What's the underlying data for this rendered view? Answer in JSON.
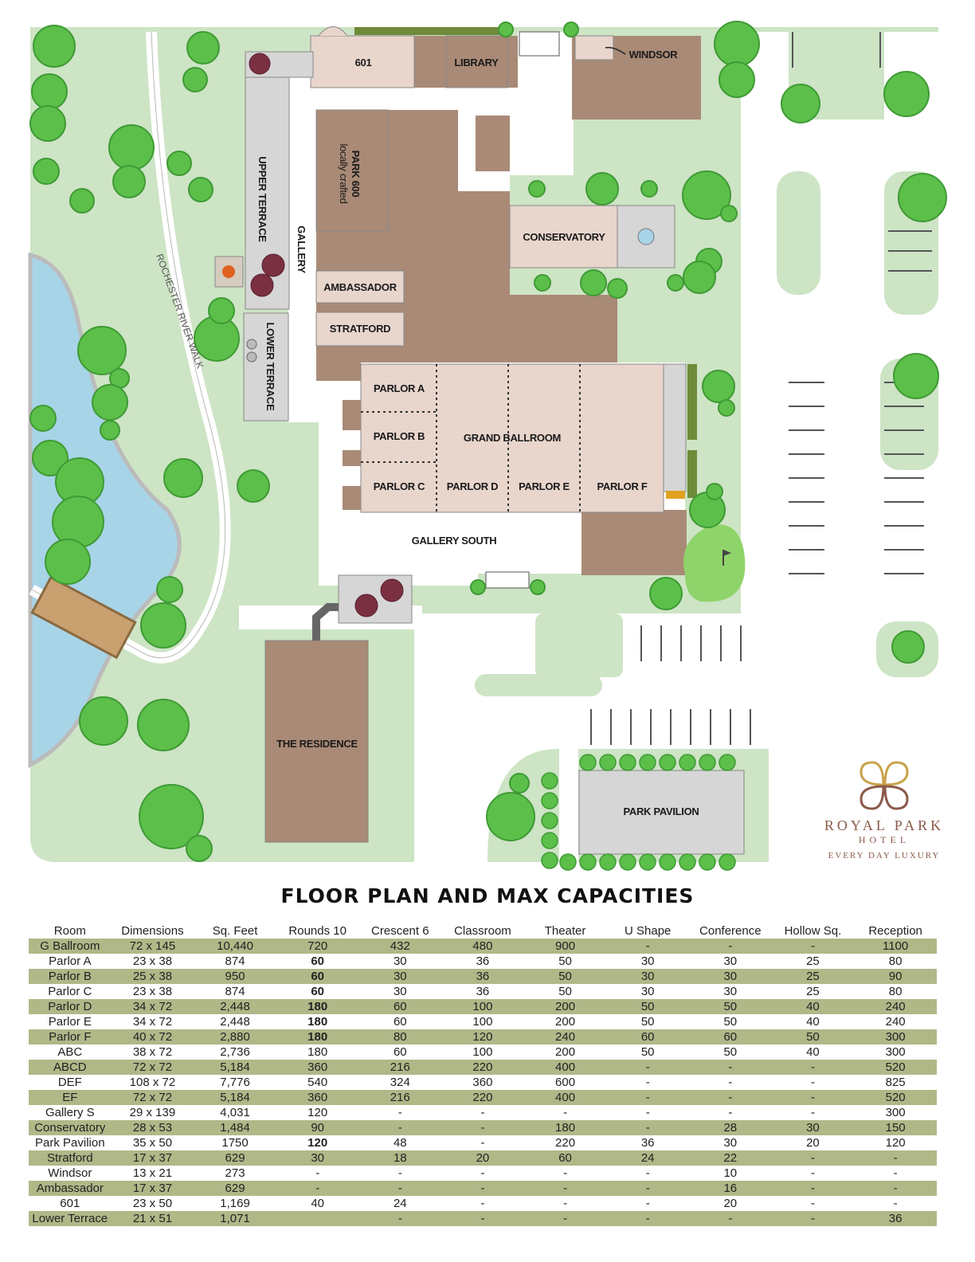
{
  "map": {
    "rooms": {
      "r601": "601",
      "library": "LIBRARY",
      "windsor": "WINDSOR",
      "park600_line1": "PARK 600",
      "park600_line2": "locally crafted",
      "conservatory": "CONSERVATORY",
      "ambassador": "AMBASSADOR",
      "stratford": "STRATFORD",
      "parlor_a": "PARLOR A",
      "parlor_b": "PARLOR B",
      "parlor_c": "PARLOR C",
      "parlor_d": "PARLOR D",
      "parlor_e": "PARLOR E",
      "parlor_f": "PARLOR F",
      "grand_ballroom": "GRAND BALLROOM",
      "gallery": "GALLERY",
      "gallery_south": "GALLERY SOUTH",
      "upper_terrace": "UPPER TERRACE",
      "lower_terrace": "LOWER TERRACE",
      "residence": "THE RESIDENCE",
      "park_pavilion": "PARK PAVILION",
      "river_walk": "ROCHESTER RIVER WALK"
    },
    "colors": {
      "grass": "#cde4c5",
      "river": "#a8d4e8",
      "building": "#a98a76",
      "room": "#e8d5cc",
      "terrace": "#d6d6d6",
      "tree": "#5cbf4a"
    }
  },
  "logo": {
    "brand": "ROYAL PARK",
    "sub": "HOTEL",
    "tagline": "EVERY DAY LUXURY"
  },
  "table": {
    "title": "FLOOR PLAN AND MAX CAPACITIES",
    "headers": [
      "Room",
      "Dimensions",
      "Sq. Feet",
      "Rounds 10",
      "Crescent 6",
      "Classroom",
      "Theater",
      "U Shape",
      "Conference",
      "Hollow Sq.",
      "Reception"
    ],
    "rows": [
      [
        "G Ballroom",
        "72 x 145",
        "10,440",
        "720",
        "432",
        "480",
        "900",
        "-",
        "-",
        "-",
        "1100"
      ],
      [
        "Parlor A",
        "23 x 38",
        "874",
        "60",
        "30",
        "36",
        "50",
        "30",
        "30",
        "25",
        "80"
      ],
      [
        "Parlor B",
        "25 x 38",
        "950",
        "60",
        "30",
        "36",
        "50",
        "30",
        "30",
        "25",
        "90"
      ],
      [
        "Parlor C",
        "23 x 38",
        "874",
        "60",
        "30",
        "36",
        "50",
        "30",
        "30",
        "25",
        "80"
      ],
      [
        "Parlor D",
        "34 x 72",
        "2,448",
        "180",
        "60",
        "100",
        "200",
        "50",
        "50",
        "40",
        "240"
      ],
      [
        "Parlor E",
        "34 x 72",
        "2,448",
        "180",
        "60",
        "100",
        "200",
        "50",
        "50",
        "40",
        "240"
      ],
      [
        "Parlor F",
        "40 x 72",
        "2,880",
        "180",
        "80",
        "120",
        "240",
        "60",
        "60",
        "50",
        "300"
      ],
      [
        "ABC",
        "38 x 72",
        "2,736",
        "180",
        "60",
        "100",
        "200",
        "50",
        "50",
        "40",
        "300"
      ],
      [
        "ABCD",
        "72 x 72",
        "5,184",
        "360",
        "216",
        "220",
        "400",
        "-",
        "-",
        "-",
        "520"
      ],
      [
        "DEF",
        "108 x 72",
        "7,776",
        "540",
        "324",
        "360",
        "600",
        "-",
        "-",
        "-",
        "825"
      ],
      [
        "EF",
        "72 x 72",
        "5,184",
        "360",
        "216",
        "220",
        "400",
        "-",
        "-",
        "-",
        "520"
      ],
      [
        "Gallery S",
        "29 x 139",
        "4,031",
        "120",
        "-",
        "-",
        "-",
        "-",
        "-",
        "-",
        "300"
      ],
      [
        "Conservatory",
        "28 x 53",
        "1,484",
        "90",
        "-",
        "-",
        "180",
        "-",
        "28",
        "30",
        "150"
      ],
      [
        "Park Pavilion",
        "35 x 50",
        "1750",
        "120",
        "48",
        "-",
        "220",
        "36",
        "30",
        "20",
        "120"
      ],
      [
        "Stratford",
        "17 x 37",
        "629",
        "30",
        "18",
        "20",
        "60",
        "24",
        "22",
        "-",
        "-"
      ],
      [
        "Windsor",
        "13 x 21",
        "273",
        "-",
        "-",
        "-",
        "-",
        "-",
        "10",
        "-",
        "-"
      ],
      [
        "Ambassador",
        "17 x 37",
        "629",
        "-",
        "-",
        "-",
        "-",
        "-",
        "16",
        "-",
        "-"
      ],
      [
        "601",
        "23 x 50",
        "1,169",
        "40",
        "24",
        "-",
        "-",
        "-",
        "20",
        "-",
        "-"
      ],
      [
        "Lower Terrace",
        "21 x 51",
        "1,071",
        "",
        "-",
        "-",
        "-",
        "-",
        "-",
        "-",
        "36"
      ]
    ],
    "bold_rounds_rows": [
      1,
      2,
      3,
      4,
      5,
      6,
      13
    ]
  }
}
